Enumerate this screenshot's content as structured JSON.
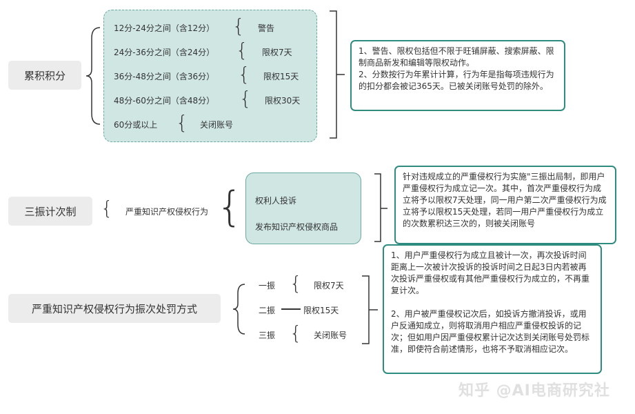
{
  "section1": {
    "title": "累积积分",
    "rows": [
      {
        "range": "12分-24分之间（含12分）",
        "result": "警告"
      },
      {
        "range": "24分-36分之间（含24分）",
        "result": "限权7天"
      },
      {
        "range": "36分-48分之间（含36分）",
        "result": "限权15天"
      },
      {
        "range": "48分-60分之间（含48分）",
        "result": "限权30天"
      },
      {
        "range": "60分或以上",
        "result": "关闭账号"
      }
    ],
    "note": "1、警告、限权包括但不限于旺铺屏蔽、搜索屏蔽、限制商品新发和编辑等限权动作。\n2、分数按行为年累计计算，行为年是指每项违规行为的扣分都会被记365天。已被关闭账号处罚的除外。"
  },
  "section2": {
    "title": "三振计次制",
    "item": "严重知识产权侵权行为",
    "sub": [
      "权利人投诉",
      "发布知识产权侵权商品"
    ],
    "note": "针对违规成立的严重侵权行为实施\"三振出局制，即用户严重侵权行为成立记一次。其中，首次严重侵权行为成立将予以限权7天处理，同一用户第二次严重侵权行为成立将予以限权15天处理，若同一用户严重侵权行为成立的次数累积达三次的，则被关闭账号"
  },
  "section3": {
    "title": "严重知识产权侵权行为振次处罚方式",
    "rows": [
      {
        "strike": "一振",
        "result": "限权7天"
      },
      {
        "strike": "二振",
        "result": "限权15天"
      },
      {
        "strike": "三振",
        "result": "关闭账号"
      }
    ],
    "note": "1、用户严重侵权行为成立且被计一次，再次投诉时间距离上一次被计次投诉的投诉时间之日起3日内若被再次投诉严重侵权或有其他严重侵权行为成立的，不再重复计次。\n\n2、用户被严重侵权记次后，如投诉方撤消投诉，或用户反通知成立，则将取消用户相应严重侵权投诉的记次；但如用户因严重侵权累计记次达到关闭账号处罚标准，即使符合前述情形，也将不予取消相应记次。"
  },
  "watermark": "知乎 @AI电商研究社"
}
